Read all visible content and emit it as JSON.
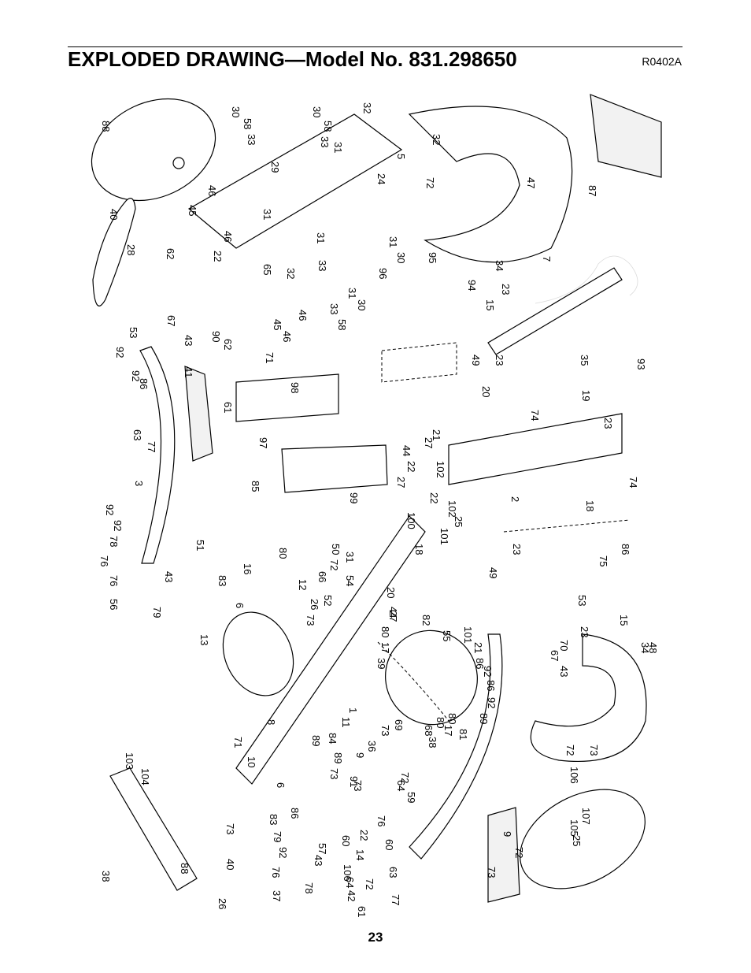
{
  "header": {
    "title": "EXPLODED DRAWING—Model No. 831.298650",
    "code": "R0402A"
  },
  "footer": {
    "page_number": "23"
  },
  "part_labels": [
    "88",
    "40",
    "30",
    "58",
    "33",
    "29",
    "31",
    "30",
    "58",
    "33",
    "31",
    "32",
    "32",
    "5",
    "24",
    "72",
    "47",
    "87",
    "46",
    "45",
    "46",
    "28",
    "62",
    "22",
    "65",
    "32",
    "31",
    "33",
    "31",
    "30",
    "95",
    "96",
    "94",
    "34",
    "23",
    "15",
    "7",
    "90",
    "62",
    "46",
    "45",
    "46",
    "33",
    "58",
    "31",
    "30",
    "67",
    "53",
    "43",
    "92",
    "92",
    "86",
    "41",
    "71",
    "98",
    "61",
    "49",
    "23",
    "35",
    "93",
    "74",
    "19",
    "20",
    "21",
    "44",
    "27",
    "102",
    "22",
    "27",
    "23",
    "2",
    "63",
    "77",
    "97",
    "85",
    "99",
    "3",
    "100",
    "22",
    "101",
    "102",
    "25",
    "18",
    "74",
    "18",
    "86",
    "92",
    "92",
    "78",
    "76",
    "76",
    "43",
    "56",
    "79",
    "51",
    "16",
    "80",
    "50",
    "72",
    "66",
    "12",
    "54",
    "52",
    "26",
    "73",
    "31",
    "23",
    "49",
    "75",
    "83",
    "6",
    "13",
    "20",
    "27",
    "80",
    "17",
    "39",
    "44",
    "82",
    "55",
    "101",
    "21",
    "86",
    "92",
    "86",
    "92",
    "89",
    "70",
    "67",
    "43",
    "53",
    "23",
    "15",
    "34",
    "48",
    "71",
    "8",
    "11",
    "84",
    "89",
    "89",
    "9",
    "36",
    "73",
    "69",
    "68",
    "38",
    "80",
    "80",
    "17",
    "81",
    "1",
    "10",
    "91",
    "72",
    "73",
    "73",
    "64",
    "59",
    "107",
    "25",
    "72",
    "106",
    "73",
    "105",
    "103",
    "104",
    "6",
    "83",
    "79",
    "86",
    "92",
    "76",
    "57",
    "43",
    "78",
    "76",
    "60",
    "60",
    "22",
    "14",
    "106",
    "64",
    "42",
    "61",
    "63",
    "77",
    "72",
    "73",
    "40",
    "88",
    "38",
    "37",
    "26",
    "9",
    "72",
    "73"
  ]
}
